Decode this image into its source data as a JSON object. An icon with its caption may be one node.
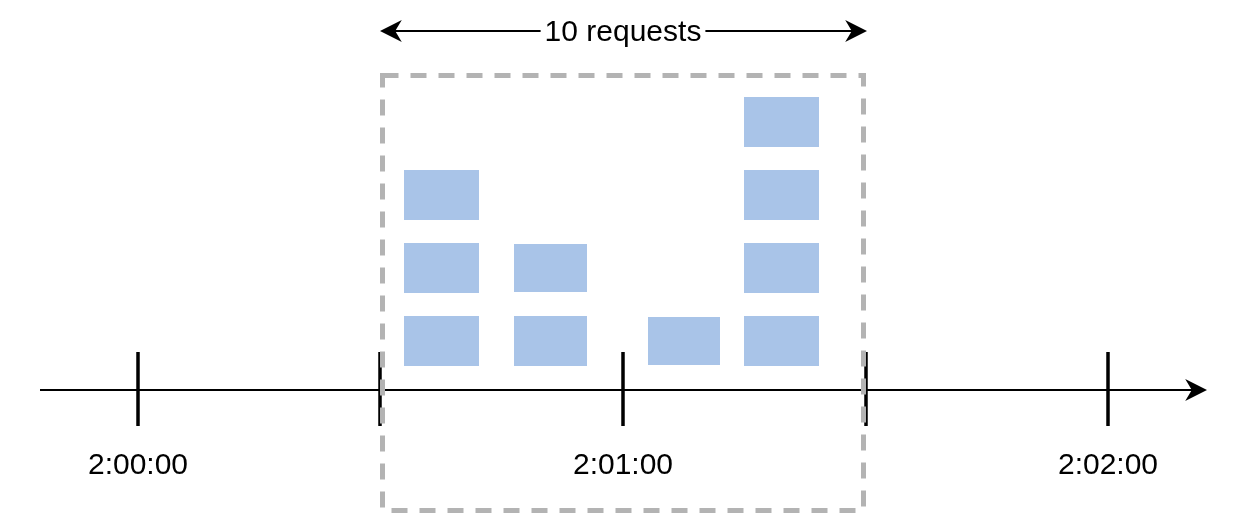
{
  "diagram": {
    "nodes": [
      {
        "text": [],
        "shape": "box"
      },
      {
        "text": [],
        "shape": "box",
        "in": 0
      },
      {
        "text": [],
        "shape": "box",
        "in": 0
      },
      {
        "text": [],
        "shape": "box",
        "in": 0
      },
      {
        "text": [],
        "shape": "box",
        "in": 0
      },
      {
        "text": [],
        "shape": "box",
        "in": 0
      },
      {
        "text": [],
        "shape": "box",
        "in": 0
      },
      {
        "text": [],
        "shape": "box",
        "in": 0
      },
      {
        "text": [],
        "shape": "box",
        "in": 0
      },
      {
        "text": [],
        "shape": "box",
        "in": 0
      },
      {
        "text": [],
        "shape": "box",
        "in": 0
      }
    ],
    "edges": [],
    "labels": [
      "10 requests",
      "2:00:00",
      "2:01:00",
      "2:02:00"
    ]
  }
}
